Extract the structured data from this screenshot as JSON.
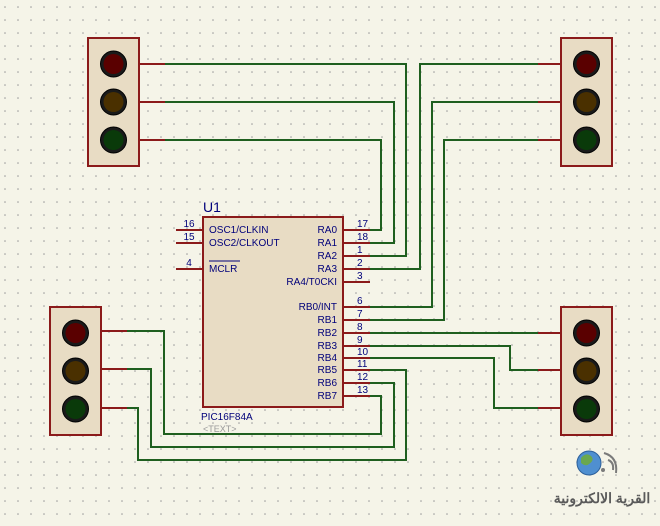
{
  "schematic": {
    "chip": {
      "ref": "U1",
      "part": "PIC16F84A",
      "text_placeholder": "<TEXT>",
      "left_pins": [
        {
          "num": "16",
          "name": "OSC1/CLKIN",
          "overbar": false
        },
        {
          "num": "15",
          "name": "OSC2/CLKOUT",
          "overbar": false
        },
        {
          "num": "4",
          "name": "MCLR",
          "overbar": true
        }
      ],
      "right_pins": [
        {
          "num": "17",
          "name": "RA0"
        },
        {
          "num": "18",
          "name": "RA1"
        },
        {
          "num": "1",
          "name": "RA2"
        },
        {
          "num": "2",
          "name": "RA3"
        },
        {
          "num": "3",
          "name": "RA4/T0CKI"
        },
        {
          "num": "6",
          "name": "RB0/INT"
        },
        {
          "num": "7",
          "name": "RB1"
        },
        {
          "num": "8",
          "name": "RB2"
        },
        {
          "num": "9",
          "name": "RB3"
        },
        {
          "num": "10",
          "name": "RB4"
        },
        {
          "num": "11",
          "name": "RB5"
        },
        {
          "num": "12",
          "name": "RB6"
        },
        {
          "num": "13",
          "name": "RB7"
        }
      ]
    },
    "traffic_lights": [
      {
        "id": "top-left",
        "lamps": [
          "red",
          "yellow",
          "green"
        ]
      },
      {
        "id": "top-right",
        "lamps": [
          "red",
          "yellow",
          "green"
        ]
      },
      {
        "id": "bottom-left",
        "lamps": [
          "red",
          "yellow",
          "green"
        ]
      },
      {
        "id": "bottom-right",
        "lamps": [
          "red",
          "yellow",
          "green"
        ]
      }
    ],
    "colors": {
      "background": "#f5f4e8",
      "grid_dot": "#9a9a9a",
      "wire": "#1f5f1f",
      "pin": "#8b1a1a",
      "component_body": "#e8dcc4",
      "component_border": "#8b1a1a",
      "chip_body": "#e8dcc4",
      "text": "#00007a",
      "lamp_red": "#5a0000",
      "lamp_yellow": "#4a3000",
      "lamp_green": "#0a3a0a"
    }
  },
  "watermark": {
    "text": "القرية الالكترونية"
  }
}
